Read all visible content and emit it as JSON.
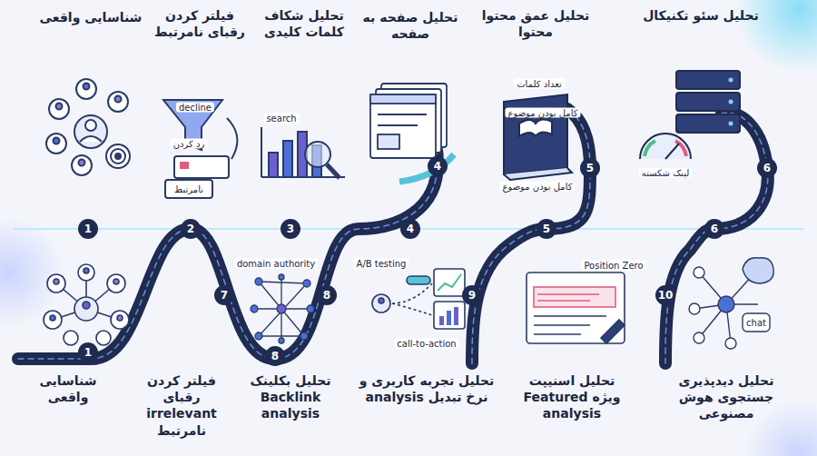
{
  "diagram": {
    "nodes": [
      {
        "text": [
          "شناسایی واقعی"
        ]
      },
      {
        "text": [
          "فیلتر کردن رقبای نامرتبط"
        ]
      },
      {
        "text": [
          "تحلیل شکاف کلمات کلیدی"
        ]
      },
      {
        "text": [
          "تحلیل صفحه به صفحه"
        ]
      },
      {
        "text": [
          "تحلیل عمق محتوا محتوا"
        ]
      },
      {
        "text": [
          "تحلیل سئو تکنیکال"
        ]
      },
      {
        "text": [
          "شناسایی واقعی"
        ]
      },
      {
        "text": [
          "فیلتر کردن رقبای irrelevant نامرتبط"
        ]
      },
      {
        "text": [
          "تحلیل بکلینک Backlink analysis"
        ]
      },
      {
        "text": [
          "تحلیل تجربه کاربری و نرخ تبدیل analysis"
        ]
      },
      {
        "text": [
          "تحلیل اسنیپت ویژه Featured analysis"
        ]
      },
      {
        "text": [
          "تحلیل دیدپذیری جستجوی هوش مصنوعی"
        ]
      }
    ],
    "labels": [
      "decline",
      "رد کردن",
      "نامرتبط",
      "search",
      "تعداد کلمات",
      "کامل بودن موضوع",
      "کامل بودن موضوع",
      "لینک شکسته",
      "4",
      "5",
      "6",
      "1",
      "2",
      "3",
      "4",
      "5",
      "6",
      "1",
      "7",
      "8",
      "8",
      "9",
      "10",
      "domain authority",
      "A/B testing",
      "call-to-action",
      "Position Zero",
      "chat"
    ]
  }
}
